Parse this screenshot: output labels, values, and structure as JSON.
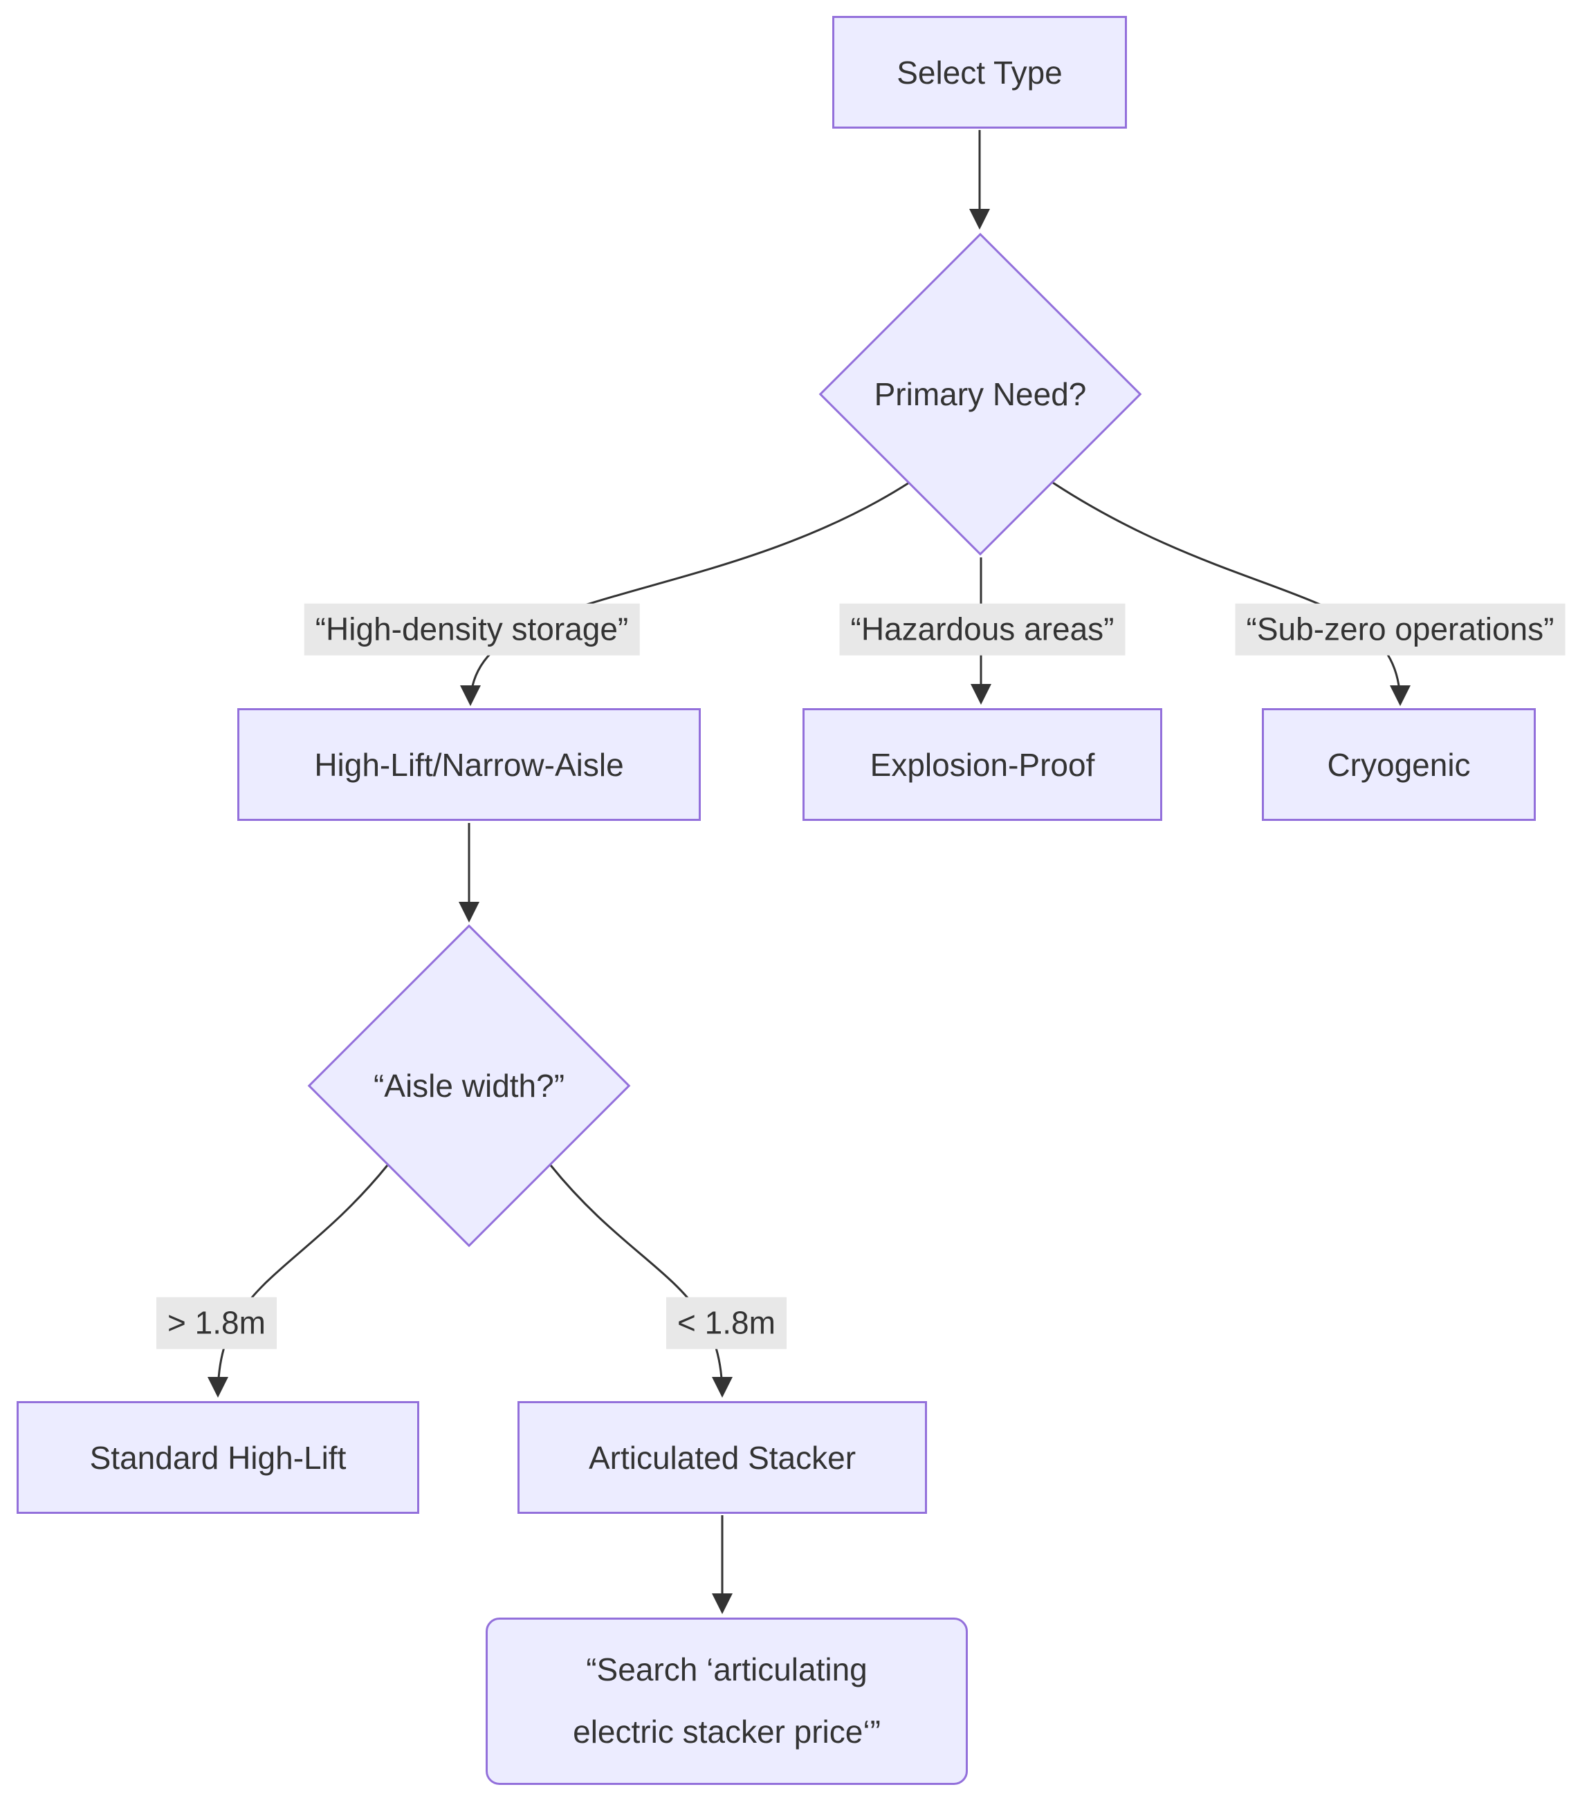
{
  "diagram": {
    "type": "flowchart-decision-tree",
    "nodes": [
      {
        "id": "select-type",
        "shape": "rectangle",
        "label": "Select Type"
      },
      {
        "id": "primary-need",
        "shape": "diamond",
        "label": "Primary Need?"
      },
      {
        "id": "high-lift-narrow-aisle",
        "shape": "rectangle",
        "label": "High-Lift/Narrow-Aisle"
      },
      {
        "id": "explosion-proof",
        "shape": "rectangle",
        "label": "Explosion-Proof"
      },
      {
        "id": "cryogenic",
        "shape": "rectangle",
        "label": "Cryogenic"
      },
      {
        "id": "aisle-width",
        "shape": "diamond",
        "label": "“Aisle width?”"
      },
      {
        "id": "standard-high-lift",
        "shape": "rectangle",
        "label": "Standard High-Lift"
      },
      {
        "id": "articulated-stacker",
        "shape": "rectangle",
        "label": "Articulated Stacker"
      },
      {
        "id": "search-query",
        "shape": "rounded",
        "label": "“Search ‘articulating electric stacker price‘”"
      }
    ],
    "edges": [
      {
        "from": "select-type",
        "to": "primary-need",
        "label": ""
      },
      {
        "from": "primary-need",
        "to": "high-lift-narrow-aisle",
        "label": "“High-density storage”"
      },
      {
        "from": "primary-need",
        "to": "explosion-proof",
        "label": "“Hazardous areas”"
      },
      {
        "from": "primary-need",
        "to": "cryogenic",
        "label": "“Sub-zero operations”"
      },
      {
        "from": "high-lift-narrow-aisle",
        "to": "aisle-width",
        "label": ""
      },
      {
        "from": "aisle-width",
        "to": "standard-high-lift",
        "label": "> 1.8m"
      },
      {
        "from": "aisle-width",
        "to": "articulated-stacker",
        "label": "< 1.8m"
      },
      {
        "from": "articulated-stacker",
        "to": "search-query",
        "label": ""
      }
    ],
    "colors": {
      "node_fill": "#ECECFF",
      "node_border": "#9370DB",
      "text": "#333333",
      "edge_line": "#333333",
      "edge_label_bg": "#e8e8e8",
      "background": "#ffffff"
    }
  }
}
